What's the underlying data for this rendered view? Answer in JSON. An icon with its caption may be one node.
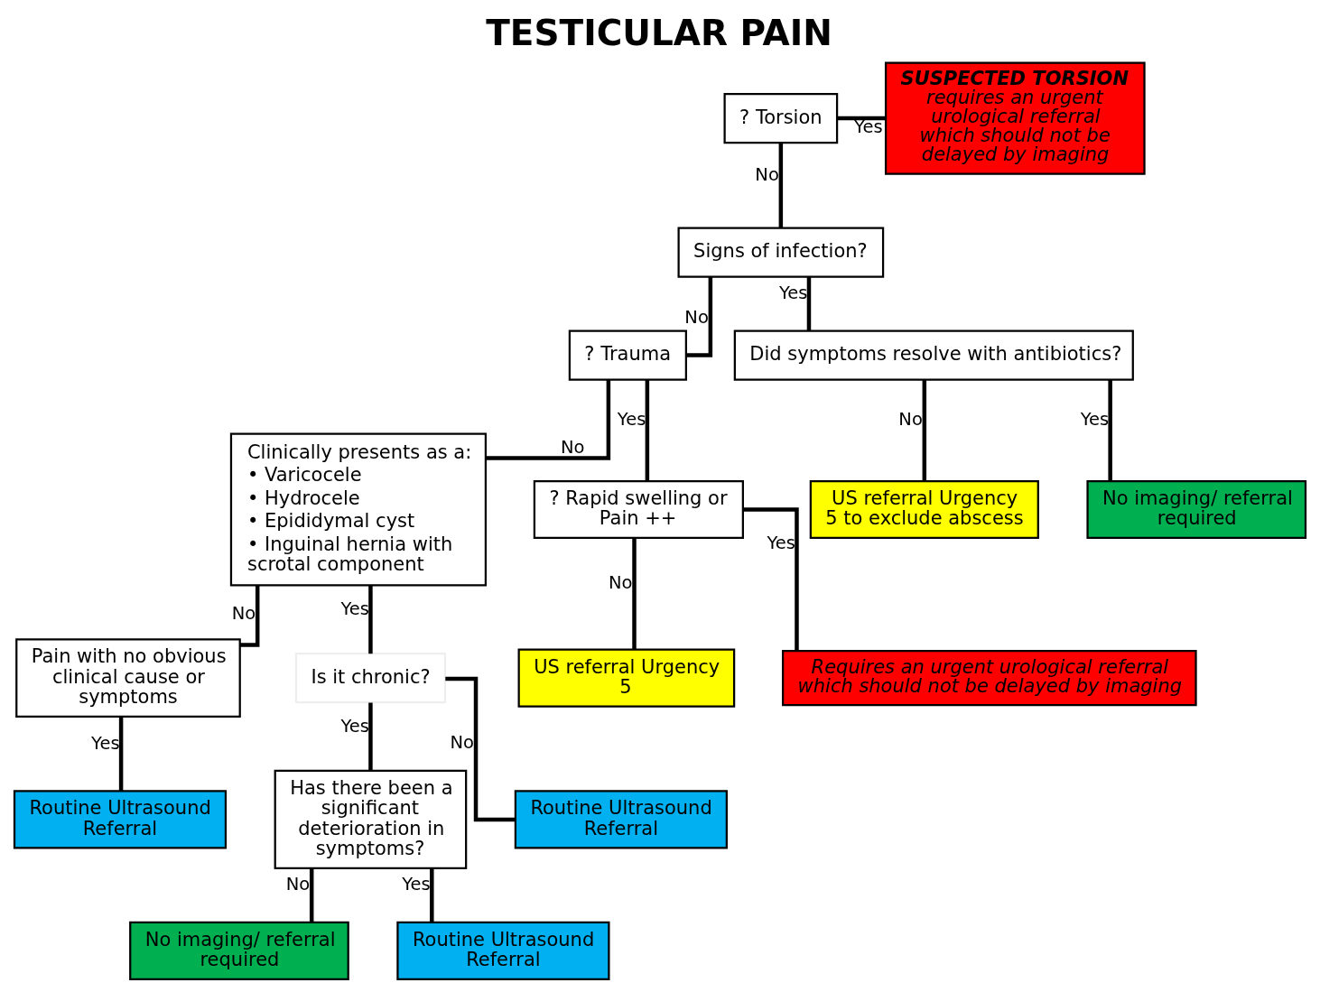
{
  "diagram": {
    "title": "TESTICULAR PAIN",
    "nodes": [
      {
        "text": [
          "? Torsion"
        ]
      },
      {
        "text": [
          "SUSPECTED TORSION",
          "requires an urgent urological referral which should not be delayed by imaging"
        ]
      },
      {
        "text": [
          "Signs of infection?"
        ]
      },
      {
        "text": [
          "? Trauma"
        ]
      },
      {
        "text": [
          "Did symptoms resolve with antibiotics?"
        ]
      },
      {
        "text": [
          "Clinically presents as a:",
          "• Varicocele",
          "• Hydrocele",
          "• Epididymal cyst",
          "• Inguinal hernia with scrotal component"
        ]
      },
      {
        "text": [
          "? Rapid swelling or Pain ++"
        ]
      },
      {
        "text": [
          "US referral Urgency 5 to exclude abscess"
        ]
      },
      {
        "text": [
          "No imaging/ referral required"
        ]
      },
      {
        "text": [
          "Pain with no obvious clinical cause or symptoms"
        ]
      },
      {
        "text": [
          "Is it chronic?"
        ]
      },
      {
        "text": [
          "US referral Urgency 5"
        ]
      },
      {
        "text": [
          "Requires an urgent urological referral which should not be delayed by imaging"
        ]
      },
      {
        "text": [
          "Routine Ultrasound Referral"
        ]
      },
      {
        "text": [
          "Has there been a significant deterioration in symptoms?"
        ]
      },
      {
        "text": [
          "Routine Ultrasound Referral"
        ]
      },
      {
        "text": [
          "No imaging/ referral required"
        ]
      },
      {
        "text": [
          "Routine Ultrasound Referral"
        ]
      }
    ],
    "edges": [
      {
        "from": 0,
        "to": 1,
        "arrow": "none",
        "label": "Yes"
      },
      {
        "from": 0,
        "to": 2,
        "arrow": "none",
        "label": "No"
      },
      {
        "from": 2,
        "to": 3,
        "arrow": "none",
        "label": "No"
      },
      {
        "from": 2,
        "to": 4,
        "arrow": "none",
        "label": "Yes"
      },
      {
        "from": 3,
        "to": 5,
        "arrow": "none",
        "label": "No"
      },
      {
        "from": 3,
        "to": 6,
        "arrow": "none",
        "label": "Yes"
      },
      {
        "from": 4,
        "to": 7,
        "arrow": "none",
        "label": "No"
      },
      {
        "from": 4,
        "to": 8,
        "arrow": "none",
        "label": "Yes"
      },
      {
        "from": 5,
        "to": 9,
        "arrow": "none",
        "label": "No"
      },
      {
        "from": 5,
        "to": 10,
        "arrow": "none",
        "label": "Yes"
      },
      {
        "from": 6,
        "to": 11,
        "arrow": "none",
        "label": "No"
      },
      {
        "from": 6,
        "to": 12,
        "arrow": "none",
        "label": "Yes"
      },
      {
        "from": 9,
        "to": 13,
        "arrow": "none",
        "label": "Yes"
      },
      {
        "from": 10,
        "to": 15,
        "arrow": "none",
        "label": "No"
      },
      {
        "from": 10,
        "to": 14,
        "arrow": "none",
        "label": "Yes"
      },
      {
        "from": 14,
        "to": 16,
        "arrow": "none",
        "label": "No"
      },
      {
        "from": 14,
        "to": 17,
        "arrow": "none",
        "label": "Yes"
      }
    ]
  }
}
